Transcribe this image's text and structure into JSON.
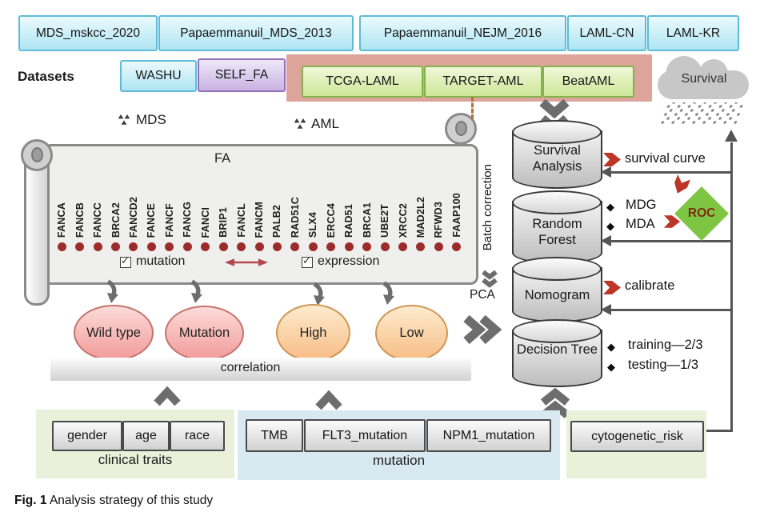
{
  "figure": {
    "caption_label": "Fig. 1",
    "caption_text": "Analysis strategy of this study"
  },
  "datasets": {
    "label": "Datasets",
    "top_row": [
      "MDS_mskcc_2020",
      "Papaemmanuil_MDS_2013",
      "Papaemmanuil_NEJM_2016",
      "LAML-CN",
      "LAML-KR"
    ],
    "washu": "WASHU",
    "self_fa": "SELF_FA",
    "aml_group": [
      "TCGA-LAML",
      "TARGET-AML",
      "BeatAML"
    ],
    "survival_cloud": "Survival"
  },
  "cohorts": {
    "mds": "MDS",
    "aml": "AML"
  },
  "scroll": {
    "title": "FA",
    "genes": [
      "FANCA",
      "FANCB",
      "FANCC",
      "BRCA2",
      "FANCD2",
      "FANCE",
      "FANCF",
      "FANCG",
      "FANCI",
      "BRIP1",
      "FANCL",
      "FANCM",
      "PALB2",
      "RAD51C",
      "SLX4",
      "ERCC4",
      "RAD51",
      "BRCA1",
      "UBE2T",
      "XRCC2",
      "MAD2L2",
      "RFWD3",
      "FAAP100"
    ],
    "mutation_label": "mutation",
    "expression_label": "expression"
  },
  "groups": {
    "wild_type": "Wild type",
    "mutation": "Mutation",
    "high": "High",
    "low": "Low",
    "correlation": "correlation"
  },
  "pipeline": {
    "batch_correction": "Batch correction",
    "pca": "PCA",
    "steps": [
      "Survival Analysis",
      "Random Forest",
      "Nomogram",
      "Decision Tree"
    ]
  },
  "annotations": {
    "survival_curve": "survival curve",
    "mdg": "MDG",
    "mda": "MDA",
    "roc": "ROC",
    "calibrate": "calibrate",
    "training": "training—2/3",
    "testing": "testing—1/3",
    "diamond": "◆"
  },
  "traits": {
    "clinical": {
      "label": "clinical traits",
      "items": [
        "gender",
        "age",
        "race"
      ]
    },
    "mutation": {
      "label": "mutation",
      "items": [
        "TMB",
        "FLT3_mutation",
        "NPM1_mutation"
      ]
    },
    "cytogenetic": "cytogenetic_risk"
  },
  "colors": {
    "cyan_box_border": "#5fbcd8",
    "purple_box_border": "#9470ba",
    "green_box_border": "#84b34c",
    "pink_panel": "#dca49b",
    "gene_dot_red": "#9c2b2b",
    "pink_node": "#f29c9a",
    "orange_node": "#f7bd85",
    "roc_green": "#7fc544",
    "roc_text": "#7e2b10",
    "red_arrow": "#bd3526",
    "gray_arrow": "#6d6d6d",
    "line_gray": "#555555",
    "cloud_gray": "#c7c7c7",
    "clinical_container": "#eaf0da",
    "mutation_container": "#d9e9f1"
  }
}
